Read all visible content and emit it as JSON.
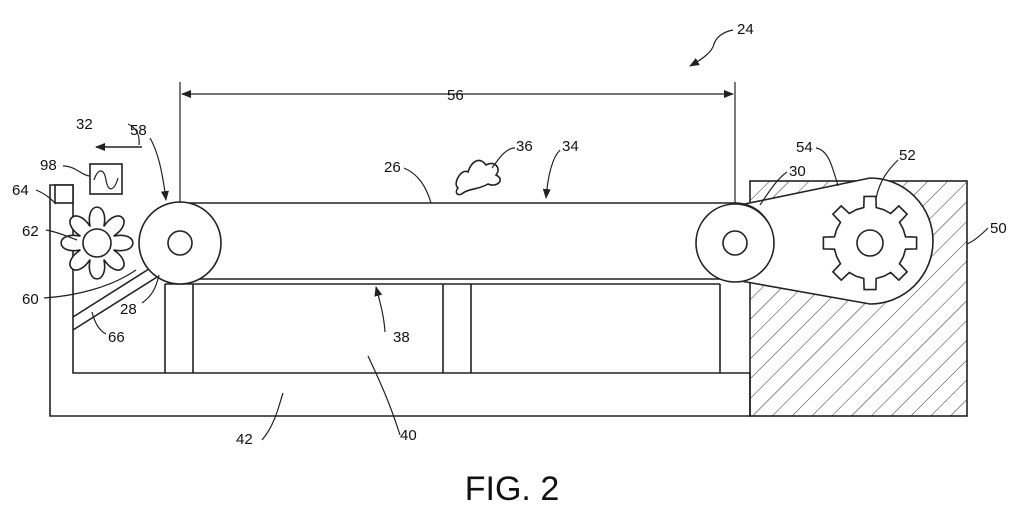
{
  "figure": {
    "caption": "FIG. 2",
    "labels": {
      "l24": "24",
      "l56": "56",
      "l32": "32",
      "l58": "58",
      "l36": "36",
      "l34": "34",
      "l26": "26",
      "l30": "30",
      "l54": "54",
      "l52": "52",
      "l98": "98",
      "l64": "64",
      "l62": "62",
      "l50": "50",
      "l60": "60",
      "l28": "28",
      "l66": "66",
      "l38": "38",
      "l40": "40",
      "l42": "42"
    }
  }
}
